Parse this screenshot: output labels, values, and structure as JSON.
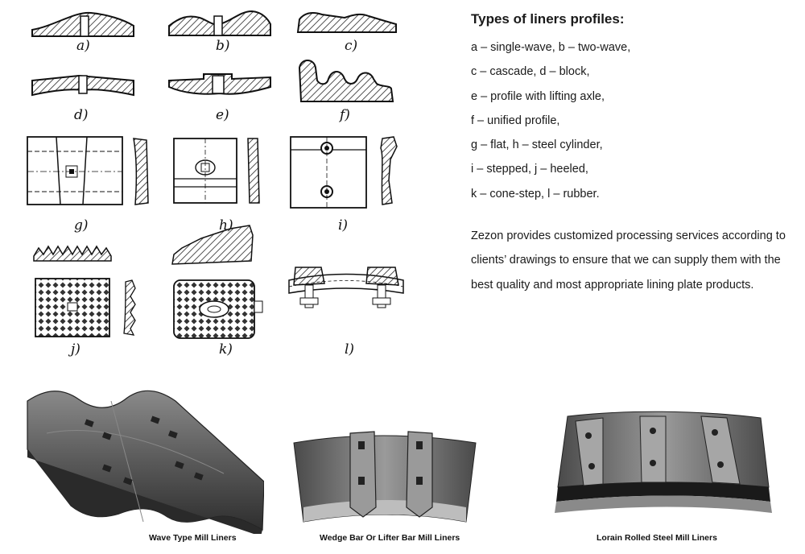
{
  "figures": {
    "labels": {
      "a": "a)",
      "b": "b)",
      "c": "c)",
      "d": "d)",
      "e": "e)",
      "f": "f)",
      "g": "g)",
      "h": "h)",
      "i": "i)",
      "j": "j)",
      "k": "k)",
      "l": "l)"
    }
  },
  "text_panel": {
    "title": "Types of liners profiles:",
    "lines": [
      "a – single-wave,  b – two-wave,",
      "c – cascade,  d – block,",
      "e – profile with lifting axle,",
      "f – unified profile,",
      "g – flat,  h – steel cylinder,",
      "i – stepped,   j – heeled,",
      "k – cone-step,  l – rubber."
    ],
    "paragraph": "Zezon provides customized processing services according to clients’ drawings to ensure that we can supply them with the best quality and most appropriate lining plate products."
  },
  "photos": [
    {
      "caption": "Wave Type Mill Liners"
    },
    {
      "caption": "Wedge Bar Or Lifter Bar Mill Liners"
    },
    {
      "caption": "Lorain Rolled Steel Mill Liners"
    }
  ]
}
